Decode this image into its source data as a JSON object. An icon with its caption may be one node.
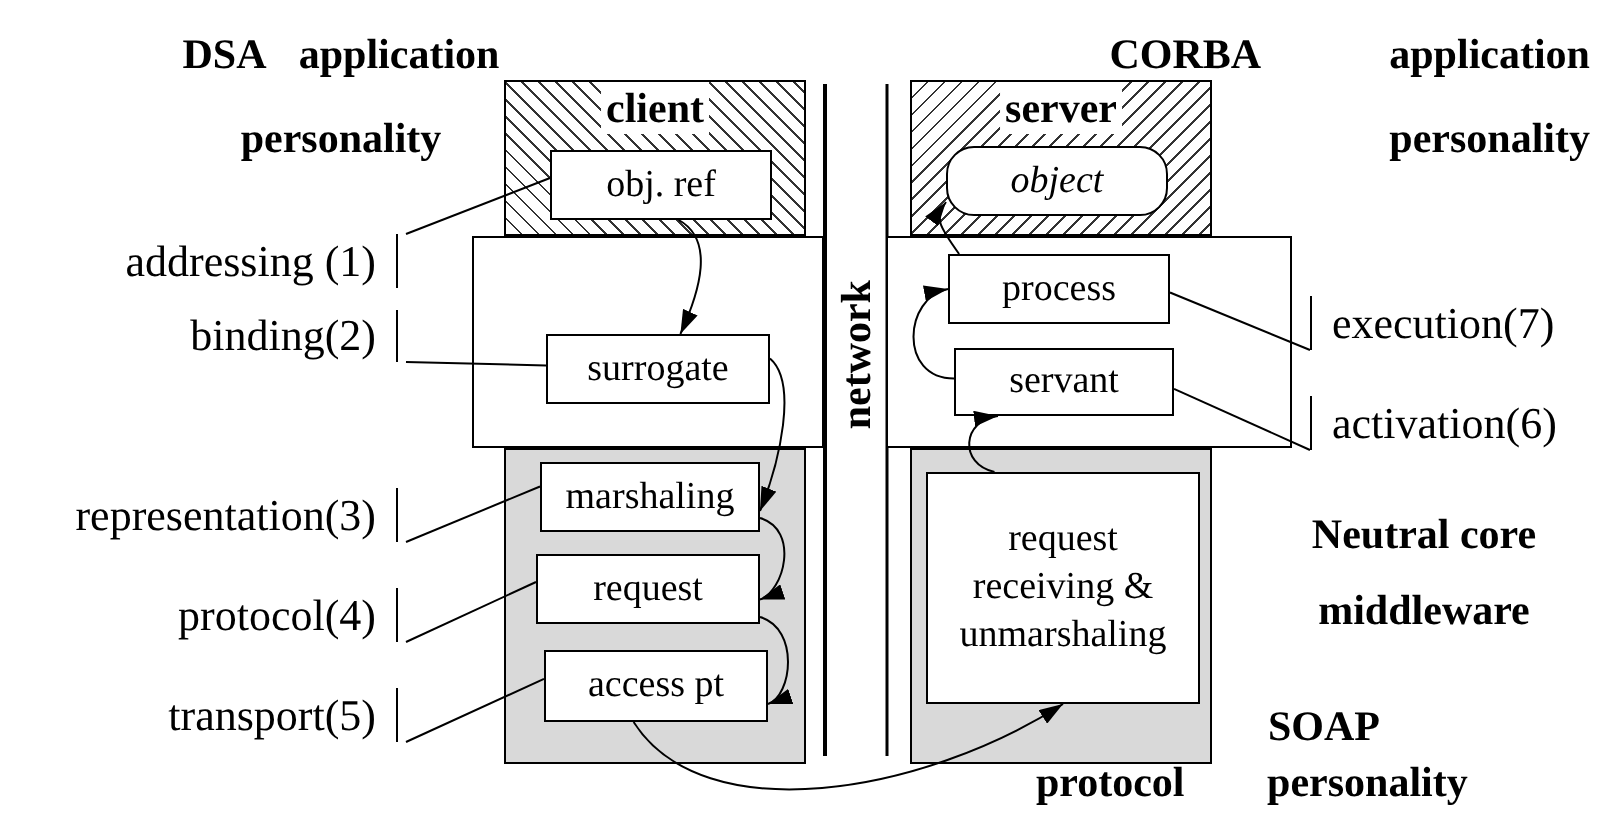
{
  "diagram": {
    "nodes": [
      {
        "text": [
          "client"
        ]
      },
      {
        "text": [
          "obj. ref"
        ],
        "in": 0
      },
      {
        "text": [
          "server"
        ]
      },
      {
        "text": [
          "object"
        ],
        "in": 2
      },
      {
        "text": [],
        "shape": "box"
      },
      {
        "text": [
          "surrogate"
        ],
        "in": 4
      },
      {
        "text": [],
        "shape": "box"
      },
      {
        "text": [
          "process"
        ],
        "in": 6
      },
      {
        "text": [
          "servant"
        ],
        "in": 6
      },
      {
        "text": [],
        "shape": "box"
      },
      {
        "text": [
          "marshaling"
        ],
        "in": 9
      },
      {
        "text": [
          "request"
        ],
        "in": 9
      },
      {
        "text": [
          "access pt"
        ],
        "in": 9
      },
      {
        "text": [],
        "shape": "box"
      },
      {
        "text": [
          "request receiving & unmarshaling"
        ],
        "in": 13
      },
      {
        "text": [
          "addressing (1)"
        ]
      },
      {
        "text": [
          "binding(2)"
        ]
      },
      {
        "text": [
          "representation(3)"
        ]
      },
      {
        "text": [
          "protocol(4)"
        ]
      },
      {
        "text": [
          "transport(5)"
        ]
      },
      {
        "text": [
          "execution(7)"
        ]
      },
      {
        "text": [
          "activation(6)"
        ]
      }
    ],
    "edges": [
      {
        "from": 1,
        "to": 5,
        "arrow": "to"
      },
      {
        "from": 5,
        "to": 10,
        "arrow": "to"
      },
      {
        "from": 10,
        "to": 11,
        "arrow": "to"
      },
      {
        "from": 11,
        "to": 12,
        "arrow": "to"
      },
      {
        "from": 12,
        "to": 14,
        "arrow": "to"
      },
      {
        "from": 14,
        "to": 8,
        "arrow": "to"
      },
      {
        "from": 8,
        "to": 7,
        "arrow": "to"
      },
      {
        "from": 7,
        "to": 3,
        "arrow": "to"
      },
      {
        "from": 15,
        "to": 1,
        "arrow": "none"
      },
      {
        "from": 16,
        "to": 5,
        "arrow": "none"
      },
      {
        "from": 17,
        "to": 10,
        "arrow": "none"
      },
      {
        "from": 18,
        "to": 11,
        "arrow": "none"
      },
      {
        "from": 19,
        "to": 12,
        "arrow": "none"
      },
      {
        "from": 20,
        "to": 7,
        "arrow": "none"
      },
      {
        "from": 21,
        "to": 8,
        "arrow": "none"
      }
    ],
    "labels": [
      "DSA application personality",
      "CORBA application personality",
      "network",
      "Neutral core middleware",
      "SOAP",
      "protocol personality"
    ]
  }
}
